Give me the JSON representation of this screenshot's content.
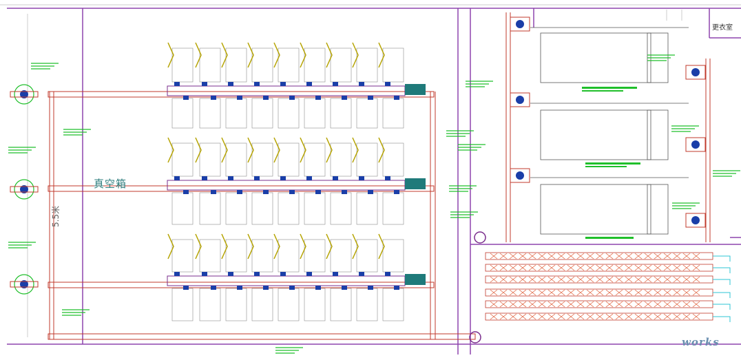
{
  "labels": {
    "vacuum_box": "真空箱",
    "changing_room": "更衣室",
    "dimension": "5.5米",
    "watermark_prefix": "",
    "watermark_suffix": "works"
  },
  "colors": {
    "line_red": "#c0392b",
    "rail_purple": "#7a2d8c",
    "wall_purple": "#8e44ad",
    "machine_blue": "#1a3ea8",
    "fixture_olive": "#b5a300",
    "fixture_gray": "#8c8c8c",
    "note_green": "#1fbf2a",
    "pipe_cyan": "#2ec4d6",
    "magenta": "#d63aa8"
  },
  "icons": {
    "station": "turntable-station-icon",
    "watermark": "eworks-logo"
  }
}
